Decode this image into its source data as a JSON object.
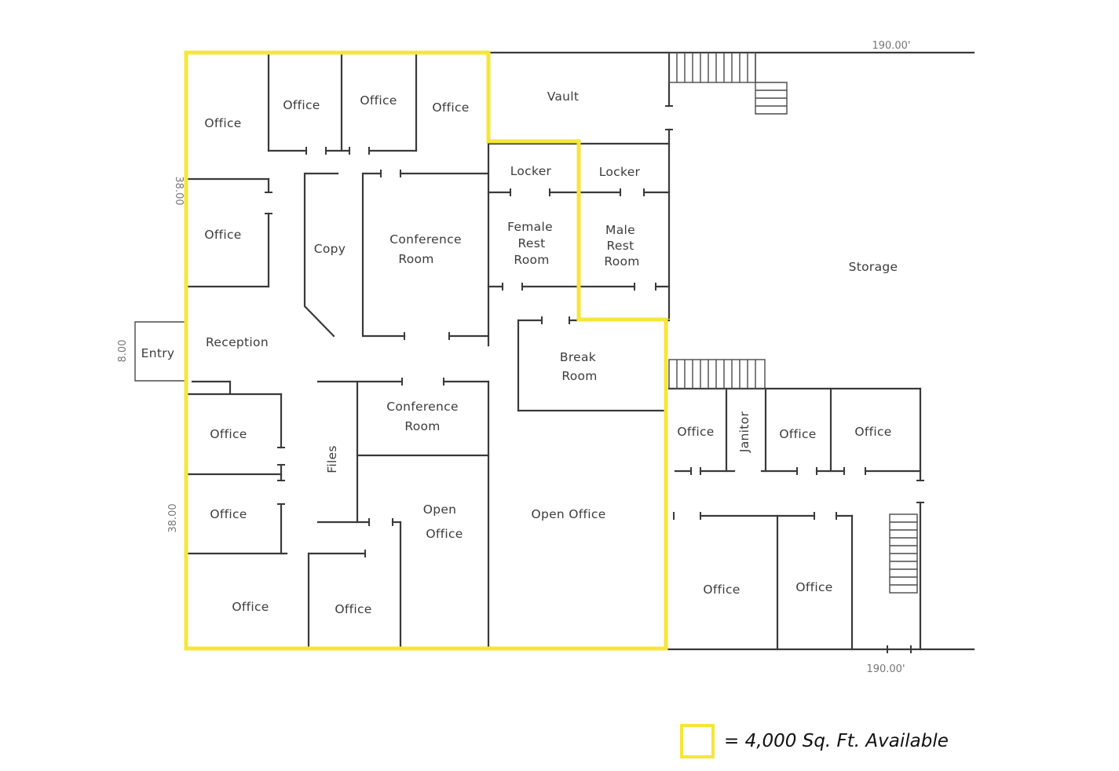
{
  "rooms": {
    "office_tl": "Office",
    "office_t2": "Office",
    "office_t3": "Office",
    "office_t4": "Office",
    "vault": "Vault",
    "locker_f": "Locker",
    "locker_m": "Locker",
    "office_l2": "Office",
    "copy": "Copy",
    "conference_1_line1": "Conference",
    "conference_1_line2": "Room",
    "female_rr_line1": "Female",
    "female_rr_line2": "Rest",
    "female_rr_line3": "Room",
    "male_rr_line1": "Male",
    "male_rr_line2": "Rest",
    "male_rr_line3": "Room",
    "storage": "Storage",
    "entry": "Entry",
    "reception": "Reception",
    "break_line1": "Break",
    "break_line2": "Room",
    "conference_2_line1": "Conference",
    "conference_2_line2": "Room",
    "office_l3": "Office",
    "files": "Files",
    "office_r1": "Office",
    "janitor": "Janitor",
    "office_r2": "Office",
    "office_r3": "Office",
    "office_l4": "Office",
    "open_office_1_line1": "Open",
    "open_office_1_line2": "Office",
    "open_office_2": "Open Office",
    "office_b1": "Office",
    "office_b2": "Office",
    "office_br1": "Office",
    "office_br2": "Office"
  },
  "dimensions": {
    "top": "190.00'",
    "bottom": "190.00'",
    "left_upper": "38.00",
    "left_entry": "8.00",
    "left_lower": "38.00"
  },
  "legend": {
    "text": "= 4,000 Sq. Ft. Available",
    "color": "#f5e63a"
  }
}
